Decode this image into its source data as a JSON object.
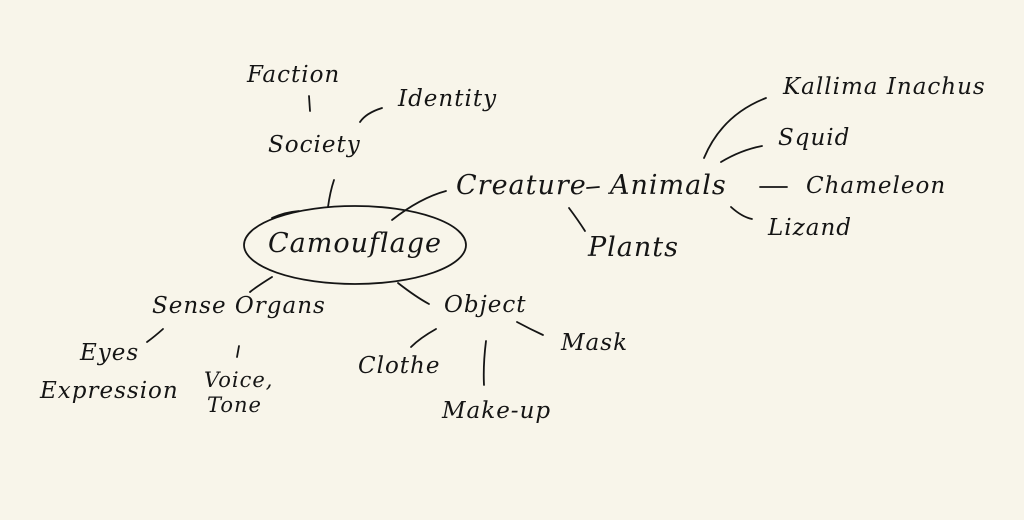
{
  "diagram": {
    "center": "Camouflage",
    "nodes": {
      "faction": "Faction",
      "identity": "Identity",
      "society": "Society",
      "creature": "Creature",
      "animals": "Animals",
      "plants": "Plants",
      "kallima": "Kallima Inachus",
      "squid": "Squid",
      "chameleon": "Chameleon",
      "lizard": "Lizand",
      "sense_organs": "Sense Organs",
      "object": "Object",
      "eyes": "Eyes",
      "expression": "Expression",
      "voice": "Voice,",
      "tone": "Tone",
      "clothe": "Clothe",
      "mask": "Mask",
      "makeup": "Make-up"
    },
    "ink_color": "#151515",
    "paper_color": "#f8f5ea"
  }
}
